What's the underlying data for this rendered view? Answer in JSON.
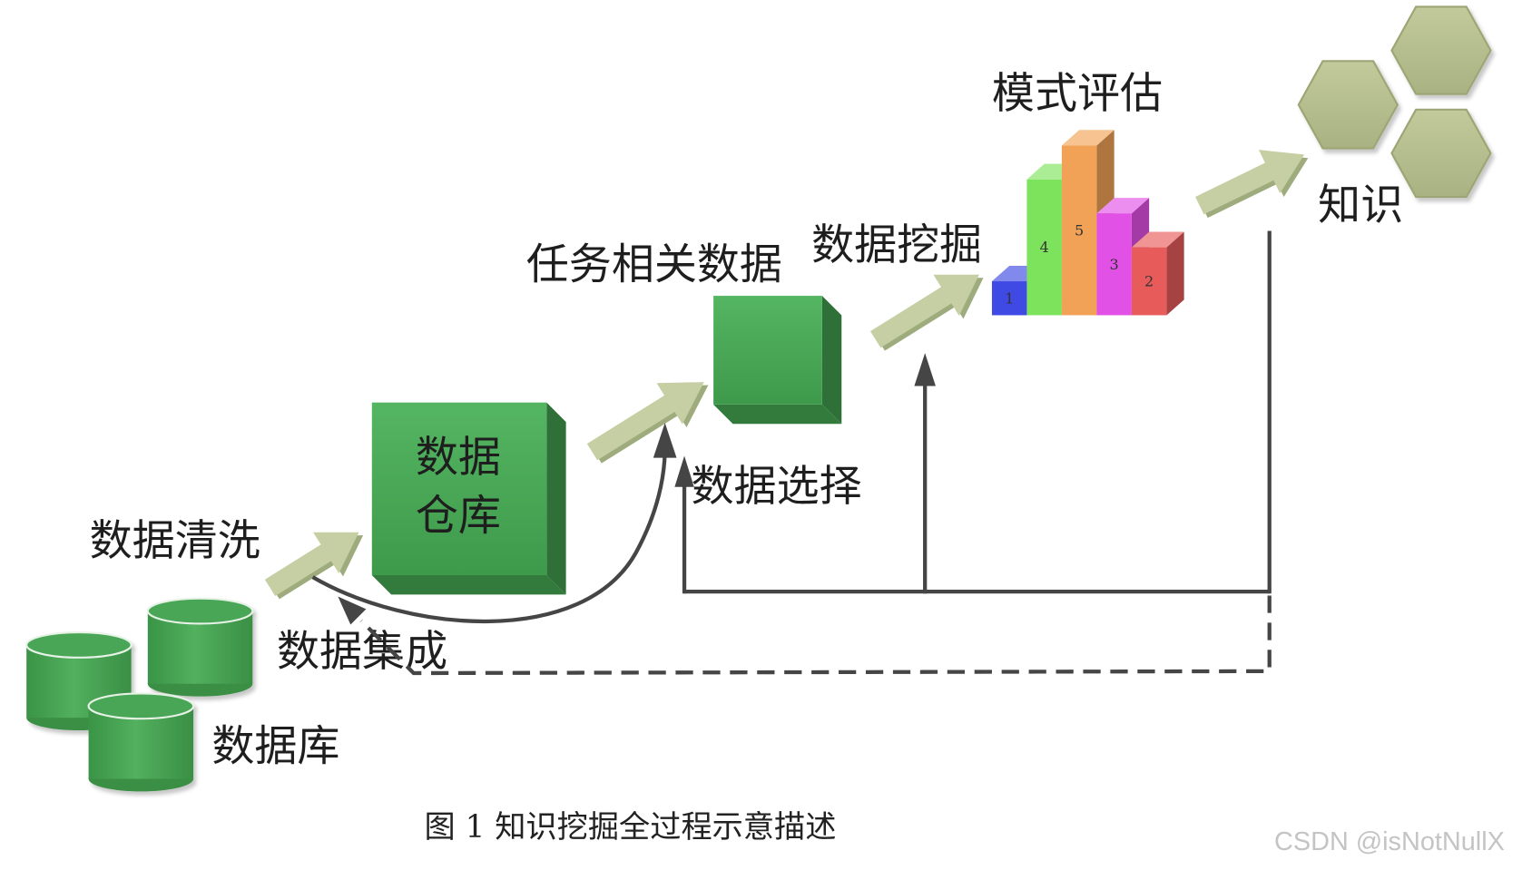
{
  "labels": {
    "database": "数据库",
    "cleaning": "数据清洗",
    "warehouse_line1": "数据",
    "warehouse_line2": "仓库",
    "integration": "数据集成",
    "task_data": "任务相关数据",
    "selection": "数据选择",
    "mining": "数据挖掘",
    "evaluation": "模式评估",
    "knowledge": "知识"
  },
  "bars": [
    {
      "label": "1",
      "value": 1,
      "color": "#3f49e4"
    },
    {
      "label": "4",
      "value": 4,
      "color": "#7de35c"
    },
    {
      "label": "5",
      "value": 5,
      "color": "#f1a256"
    },
    {
      "label": "3",
      "value": 3,
      "color": "#e251e6"
    },
    {
      "label": "2",
      "value": 2,
      "color": "#e85b5b"
    }
  ],
  "caption": "图 1 知识挖掘全过程示意描述",
  "watermark": "CSDN @isNotNullX",
  "colors": {
    "cube_green": "#4aa858",
    "arrow_khaki": "#c6cfa3",
    "line_dark": "#454545",
    "hexagon_olive": "#b4bd8d"
  }
}
